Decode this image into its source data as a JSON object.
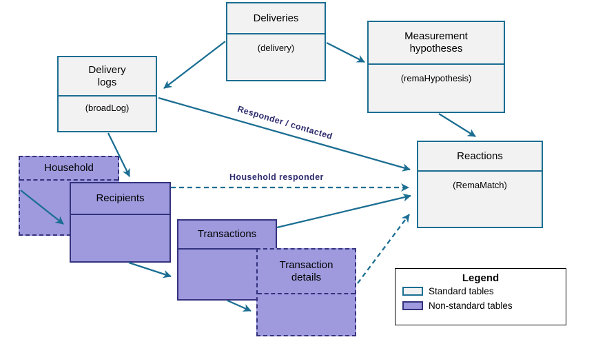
{
  "diagram": {
    "boxes": {
      "deliveries": {
        "title": "Deliveries",
        "subtitle": "(delivery)",
        "type": "standard"
      },
      "measurement_hypotheses": {
        "title": "Measurement hypotheses",
        "subtitle": "(remaHypothesis)",
        "type": "standard"
      },
      "delivery_logs": {
        "title": "Delivery logs",
        "subtitle": "(broadLog)",
        "type": "standard"
      },
      "reactions": {
        "title": "Reactions",
        "subtitle": "(RemaMatch)",
        "type": "standard"
      },
      "household": {
        "title": "Household",
        "subtitle": "",
        "type": "non-standard-dashed"
      },
      "recipients": {
        "title": "Recipients",
        "subtitle": "",
        "type": "non-standard"
      },
      "transactions": {
        "title": "Transactions",
        "subtitle": "",
        "type": "non-standard"
      },
      "transaction_details": {
        "title": "Transaction details",
        "subtitle": "",
        "type": "non-standard-dashed"
      }
    },
    "edge_labels": {
      "responder_contacted": "Responder / contacted",
      "household_responder": "Household responder"
    },
    "legend": {
      "title": "Legend",
      "items": [
        {
          "label": "Standard tables"
        },
        {
          "label": "Non-standard tables"
        }
      ]
    },
    "colors": {
      "standard_border": "#1B6E92",
      "standard_fill": "#F2F2F2",
      "nonstandard_border": "#34327E",
      "nonstandard_fill": "#9E9ADD",
      "arrow": "#1B6E92",
      "edge_label_text": "#2E2C6E",
      "background": "#FFFFFF"
    }
  }
}
